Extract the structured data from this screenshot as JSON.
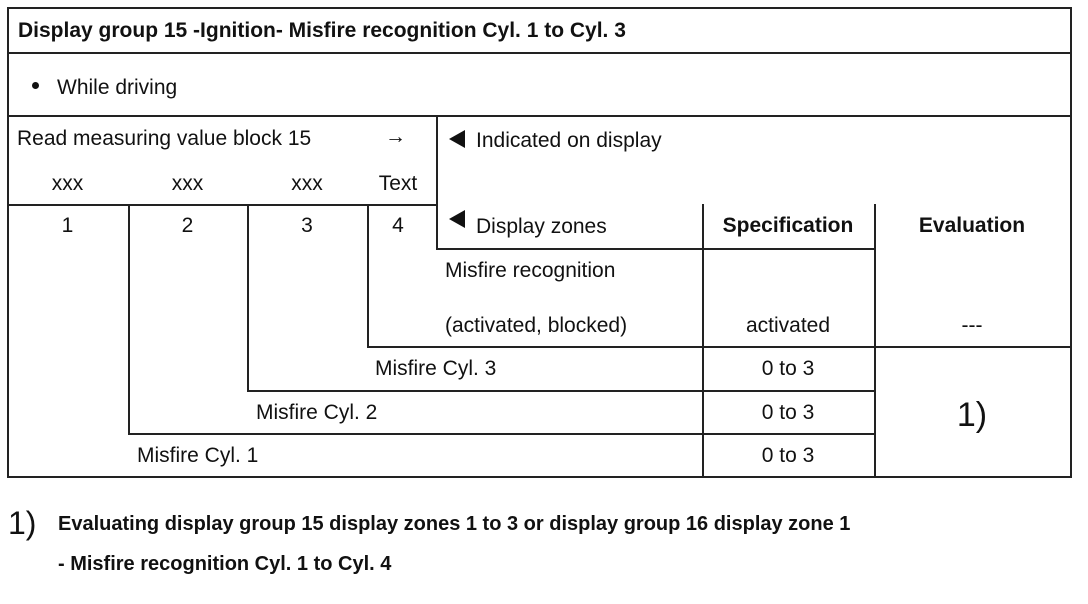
{
  "title": "Display group 15 -Ignition- Misfire recognition Cyl. 1 to Cyl. 3",
  "condition": "While driving",
  "block": {
    "read_label": "Read measuring value block 15",
    "arrow": "→",
    "indicated_label": "Indicated on display",
    "columns": [
      "xxx",
      "xxx",
      "xxx",
      "Text"
    ],
    "zone_numbers": [
      "1",
      "2",
      "3",
      "4"
    ]
  },
  "headers": {
    "display_zones": "Display zones",
    "specification": "Specification",
    "evaluation": "Evaluation"
  },
  "rows": [
    {
      "label_line1": "Misfire recognition",
      "label_line2": "(activated, blocked)",
      "spec": "activated",
      "eval": "---"
    },
    {
      "label": "Misfire Cyl. 3",
      "spec": "0 to 3"
    },
    {
      "label": "Misfire Cyl. 2",
      "spec": "0 to 3"
    },
    {
      "label": "Misfire Cyl. 1",
      "spec": "0 to 3"
    }
  ],
  "eval_ref": "1)",
  "footnote": {
    "marker": "1)",
    "line1": "Evaluating display group 15 display zones 1 to 3 or display group 16 display zone 1",
    "line2": "- Misfire recognition Cyl. 1 to Cyl. 4"
  }
}
